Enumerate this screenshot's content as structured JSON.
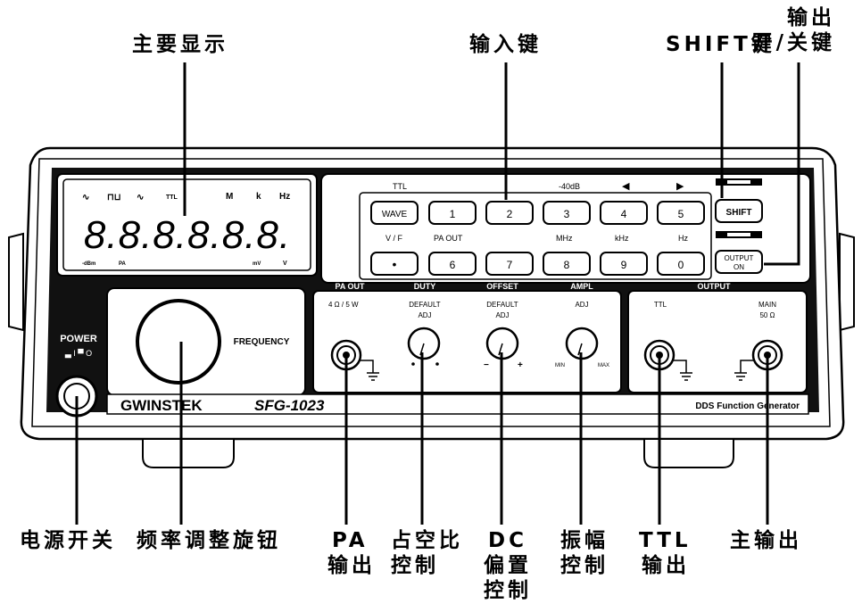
{
  "callouts": {
    "main_display": "主要显示",
    "input_keys": "输入键",
    "shift_key": "SHIFT键",
    "output_onoff": [
      "输出",
      "开/关键"
    ],
    "power_switch": "电源开关",
    "frequency_knob": "频率调整旋钮",
    "pa_output": [
      "PA",
      "输出"
    ],
    "duty_control": [
      "占空比",
      "控制"
    ],
    "dc_offset": [
      "DC",
      "偏置",
      "控制"
    ],
    "amplitude_control": [
      "振幅",
      "控制"
    ],
    "ttl_output": [
      "TTL",
      "输出"
    ],
    "main_output": "主输出"
  },
  "display": {
    "digits": "8.8.8.8.8.8.",
    "top_indicators": [
      "∿",
      "⊓⊔",
      "∿",
      "TTL",
      "M",
      "k",
      "Hz"
    ],
    "bottom_indicators": [
      "-dBm",
      "PA",
      "mV",
      "V"
    ]
  },
  "keypad": {
    "row_top_labels": [
      "TTL",
      "-40dB",
      "◀",
      "▶"
    ],
    "row1": [
      "WAVE",
      "1",
      "2",
      "3",
      "4",
      "5"
    ],
    "row_mid_labels": [
      "V / F",
      "PA OUT",
      "MHz",
      "kHz",
      "Hz"
    ],
    "row2": [
      "•",
      "6",
      "7",
      "8",
      "9",
      "0"
    ],
    "shift": "SHIFT",
    "output_on": [
      "OUTPUT",
      "ON"
    ]
  },
  "panel": {
    "power_label": "POWER",
    "power_states": "▃ I  ▀ O",
    "frequency_label": "FREQUENCY",
    "brand": "GWINSTEK",
    "model": "SFG-1023",
    "subtitle": "DDS  Function  Generator",
    "pa_out": {
      "title": "PA OUT",
      "spec": "4 Ω / 5 W"
    },
    "duty": {
      "title": "DUTY",
      "line1": "DEFAULT",
      "line2": "ADJ"
    },
    "offset": {
      "title": "OFFSET",
      "line1": "DEFAULT",
      "line2": "ADJ",
      "min": "−",
      "max": "+"
    },
    "ampl": {
      "title": "AMPL",
      "line1": "ADJ",
      "min": "MIN",
      "max": "MAX"
    },
    "output": {
      "title": "OUTPUT",
      "ttl": "TTL",
      "main": "MAIN",
      "impedance": "50 Ω"
    }
  }
}
